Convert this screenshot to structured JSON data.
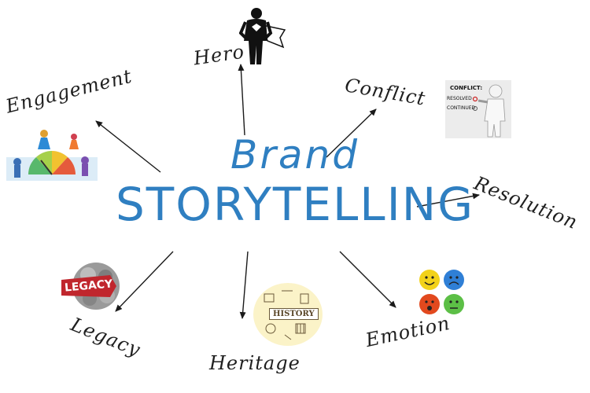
{
  "title": {
    "line1": "Brand",
    "line2": "STORYTELLING"
  },
  "nodes": {
    "hero": "Hero",
    "conflict": "Conflict",
    "resolution": "Resolution",
    "emotion": "Emotion",
    "heritage": "Heritage",
    "legacy": "Legacy",
    "engagement": "Engagement"
  },
  "pictures": {
    "conflict_board": {
      "heading": "CONFLICT:",
      "opt1": "RESOLVED",
      "opt2": "CONTINUED"
    },
    "legacy_badge": "LEGACY",
    "history_badge": "HISTORY"
  },
  "colors": {
    "title": "#2f7fc1",
    "arrow": "#1a1a1a",
    "label": "#1f1f1f"
  }
}
